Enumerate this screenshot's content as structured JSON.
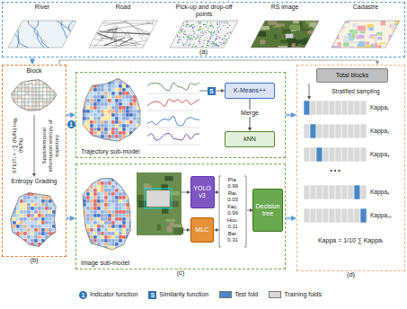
{
  "diagram": {
    "nodes": [
      {
        "text": [
          "(a)"
        ]
      },
      {
        "text": [
          "River"
        ],
        "in": 0
      },
      {
        "text": [
          "Road"
        ],
        "in": 0
      },
      {
        "text": [
          "Pick-up and drop-off points"
        ],
        "in": 0
      },
      {
        "text": [
          "RS image"
        ],
        "in": 0
      },
      {
        "text": [
          "Cadastre"
        ],
        "in": 0
      },
      {
        "text": [
          "(b)"
        ]
      },
      {
        "text": [
          "Block"
        ],
        "in": 6
      },
      {
        "text": [
          "Entropy Grading"
        ],
        "in": 6
      },
      {
        "text": [
          "Trajectory sub-model"
        ]
      },
      {
        "text": [
          "K-Means++"
        ],
        "in": 9
      },
      {
        "text": [
          "kNN"
        ],
        "in": 9
      },
      {
        "text": [
          "Image sub-model",
          "(c)"
        ]
      },
      {
        "text": [
          "YOLO v3"
        ],
        "in": 12
      },
      {
        "text": [
          "MLC"
        ],
        "in": 12
      },
      {
        "text": [
          "Decision tree"
        ],
        "in": 12
      },
      {
        "text": [
          "(d)"
        ]
      },
      {
        "text": [
          "Total blocks"
        ],
        "in": 16
      }
    ],
    "edges": [
      {
        "from": 0,
        "to": 6,
        "arrow": "to"
      },
      {
        "from": 6,
        "to": 16,
        "arrow": "to"
      },
      {
        "from": 6,
        "to": 9,
        "arrow": "to"
      },
      {
        "from": 6,
        "to": 12,
        "arrow": "to"
      },
      {
        "from": 9,
        "to": 16,
        "arrow": "to"
      },
      {
        "from": 12,
        "to": 16,
        "arrow": "to"
      },
      {
        "from": 10,
        "to": 11,
        "label": "Merge",
        "arrow": "to"
      }
    ],
    "labels": [
      "STEITᵢ = −∑ (Nⱼ/Nᵢ) log₂ (Nⱼ/Nᵢ)",
      "Spatiotemporal information entropy of trajectory",
      "1",
      "S",
      "Pla.",
      "0.99",
      "Rai.",
      "0.03",
      "Fac.",
      "0.99",
      "Hou.",
      "0.11",
      "Bar.",
      "0.31",
      "Stratified sampling",
      "Kappa₁",
      "Kappa₂",
      "Kappa₃",
      "• • •",
      "Kappa₉",
      "Kappa₁₀",
      "Kappa = 1/10 ∑ Kappaᵢ",
      "1",
      "S"
    ],
    "legend": [
      {
        "text": "Indicator function"
      },
      {
        "text": "Similarity function"
      },
      {
        "text": "Test fold",
        "color": "#4a86c5"
      },
      {
        "text": "Training folds",
        "color": "#d9d9d9"
      }
    ]
  }
}
